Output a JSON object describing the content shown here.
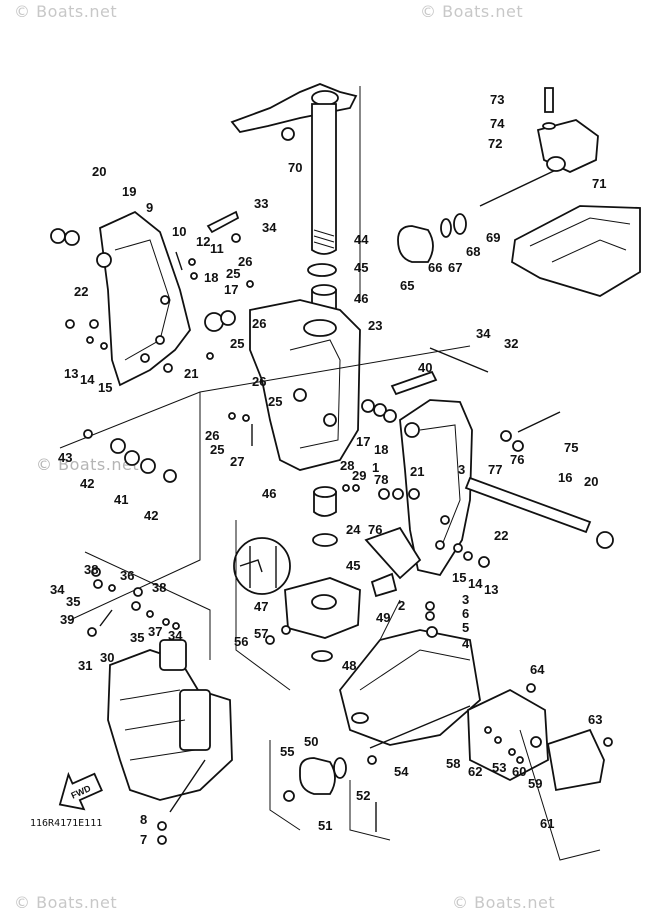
{
  "watermarks": {
    "top_left": "© Boats.net",
    "top_right": "© Boats.net",
    "middle_left": "© Boats.net",
    "bottom_left": "© Boats.net",
    "bottom_right": "© Boats.net"
  },
  "diagram_code": "116R4171E111",
  "fwd_label": "FWD",
  "callouts": [
    {
      "n": "73"
    },
    {
      "n": "74"
    },
    {
      "n": "72"
    },
    {
      "n": "71"
    },
    {
      "n": "70"
    },
    {
      "n": "20"
    },
    {
      "n": "19"
    },
    {
      "n": "9"
    },
    {
      "n": "33"
    },
    {
      "n": "34"
    },
    {
      "n": "10"
    },
    {
      "n": "12"
    },
    {
      "n": "11"
    },
    {
      "n": "44"
    },
    {
      "n": "69"
    },
    {
      "n": "68"
    },
    {
      "n": "67"
    },
    {
      "n": "66"
    },
    {
      "n": "65"
    },
    {
      "n": "45"
    },
    {
      "n": "18"
    },
    {
      "n": "26"
    },
    {
      "n": "25"
    },
    {
      "n": "17"
    },
    {
      "n": "22"
    },
    {
      "n": "46"
    },
    {
      "n": "23"
    },
    {
      "n": "34"
    },
    {
      "n": "32"
    },
    {
      "n": "26"
    },
    {
      "n": "25"
    },
    {
      "n": "13"
    },
    {
      "n": "14"
    },
    {
      "n": "15"
    },
    {
      "n": "21"
    },
    {
      "n": "40"
    },
    {
      "n": "26"
    },
    {
      "n": "25"
    },
    {
      "n": "75"
    },
    {
      "n": "17"
    },
    {
      "n": "18"
    },
    {
      "n": "26"
    },
    {
      "n": "25"
    },
    {
      "n": "27"
    },
    {
      "n": "76"
    },
    {
      "n": "77"
    },
    {
      "n": "43"
    },
    {
      "n": "42"
    },
    {
      "n": "28"
    },
    {
      "n": "29"
    },
    {
      "n": "1"
    },
    {
      "n": "21"
    },
    {
      "n": "16"
    },
    {
      "n": "20"
    },
    {
      "n": "41"
    },
    {
      "n": "42"
    },
    {
      "n": "46"
    },
    {
      "n": "78"
    },
    {
      "n": "3"
    },
    {
      "n": "76"
    },
    {
      "n": "24"
    },
    {
      "n": "22"
    },
    {
      "n": "15"
    },
    {
      "n": "14"
    },
    {
      "n": "13"
    },
    {
      "n": "45"
    },
    {
      "n": "2"
    },
    {
      "n": "3"
    },
    {
      "n": "6"
    },
    {
      "n": "5"
    },
    {
      "n": "4"
    },
    {
      "n": "47"
    },
    {
      "n": "49"
    },
    {
      "n": "38"
    },
    {
      "n": "36"
    },
    {
      "n": "34"
    },
    {
      "n": "35"
    },
    {
      "n": "38"
    },
    {
      "n": "39"
    },
    {
      "n": "37"
    },
    {
      "n": "34"
    },
    {
      "n": "35"
    },
    {
      "n": "30"
    },
    {
      "n": "31"
    },
    {
      "n": "56"
    },
    {
      "n": "57"
    },
    {
      "n": "48"
    },
    {
      "n": "64"
    },
    {
      "n": "63"
    },
    {
      "n": "55"
    },
    {
      "n": "50"
    },
    {
      "n": "54"
    },
    {
      "n": "58"
    },
    {
      "n": "62"
    },
    {
      "n": "53"
    },
    {
      "n": "60"
    },
    {
      "n": "59"
    },
    {
      "n": "52"
    },
    {
      "n": "51"
    },
    {
      "n": "61"
    },
    {
      "n": "8"
    },
    {
      "n": "7"
    }
  ]
}
